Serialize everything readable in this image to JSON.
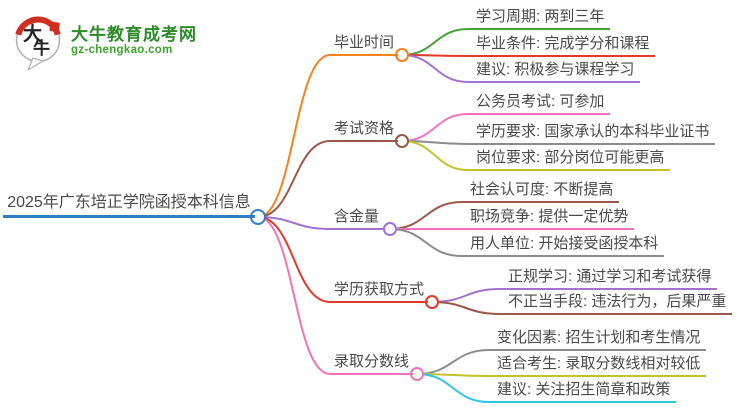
{
  "logo": {
    "bubble_text_top": "大",
    "bubble_text_bottom": "牛",
    "site_name": "大牛教育成考网",
    "site_domain": "gz-chengkao.com",
    "brand_green": "#2e8b2a",
    "domain_green": "#3da32f",
    "brand_red": "#cf2e21"
  },
  "mindmap": {
    "root": {
      "label": "2025年广东培正学院函授本科信息",
      "color": "#2e7fc1"
    },
    "branches": [
      {
        "label": "毕业时间",
        "color": "#f5821f",
        "children": [
          {
            "label": "学习周期: 两到三年",
            "color": "#47a338"
          },
          {
            "label": "毕业条件: 完成学分和课程",
            "color": "#e23b2e"
          },
          {
            "label": "建议: 积极参与课程学习",
            "color": "#a173ce"
          }
        ]
      },
      {
        "label": "考试资格",
        "color": "#9a584a",
        "children": [
          {
            "label": "公务员考试: 可参加",
            "color": "#ef74bb"
          },
          {
            "label": "学历要求: 国家承认的本科毕业证书",
            "color": "#8c8c8c"
          },
          {
            "label": "岗位要求: 部分岗位可能更高",
            "color": "#c2c327"
          }
        ]
      },
      {
        "label": "含金量",
        "color": "#a173ce",
        "children": [
          {
            "label": "社会认可度: 不断提高",
            "color": "#9a584a"
          },
          {
            "label": "职场竞争: 提供一定优势",
            "color": "#ef74bb"
          },
          {
            "label": "用人单位: 开始接受函授本科",
            "color": "#8c8c8c"
          }
        ]
      },
      {
        "label": "学历获取方式",
        "color": "#e23b2e",
        "children": [
          {
            "label": "正规学习: 通过学习和考试获得",
            "color": "#a173ce"
          },
          {
            "label": "不正当手段: 违法行为，后果严重",
            "color": "#9a584a"
          }
        ]
      },
      {
        "label": "录取分数线",
        "color": "#ef74bb",
        "children": [
          {
            "label": "变化因素: 招生计划和考生情况",
            "color": "#8c8c8c"
          },
          {
            "label": "适合考生: 录取分数线相对较低",
            "color": "#c2c327"
          },
          {
            "label": "建议: 关注招生简章和政策",
            "color": "#2cc5e5"
          }
        ]
      }
    ]
  }
}
